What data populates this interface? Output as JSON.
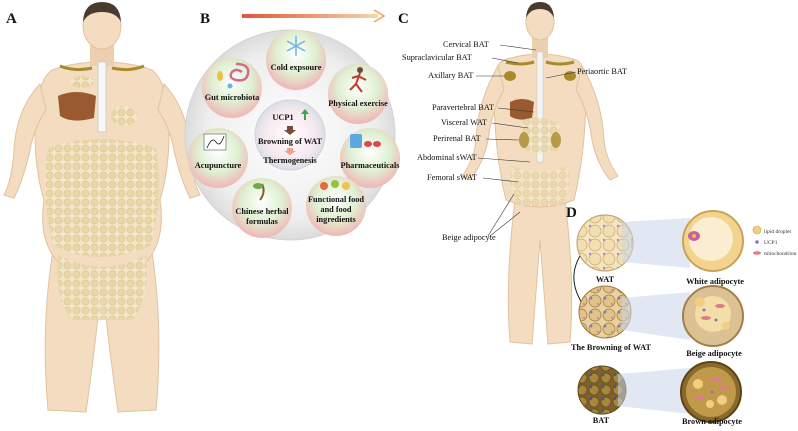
{
  "panels": {
    "a": "A",
    "b": "B",
    "c": "C",
    "d": "D"
  },
  "panel_b": {
    "center": {
      "ucp1": "UCP1",
      "browning": "Browning of WAT",
      "thermo": "Thermogenesis"
    },
    "factors": [
      {
        "label": "Cold expsoure"
      },
      {
        "label": "Physical exercise"
      },
      {
        "label": "Pharmaceuticals"
      },
      {
        "label_lines": [
          "Functional food",
          "and food",
          "ingredients"
        ]
      },
      {
        "label_lines": [
          "Chinese herbal",
          "formulas"
        ]
      },
      {
        "label": "Acupuncture"
      },
      {
        "label": "Gut microbiota"
      }
    ]
  },
  "panel_c": {
    "labels": {
      "cervical": "Cervical BAT",
      "supraclavicular": "Supraclavicular BAT",
      "axillary": "Axillary BAT",
      "periaortic": "Periaortic BAT",
      "paravertebral": "Paravertebral BAT",
      "visceral": "Visceral WAT",
      "perirenal": "Perirenal BAT",
      "abdominal": "Abdominal sWAT",
      "femoral": "Femoral sWAT",
      "beige": "Beige adipocyte"
    }
  },
  "panel_d": {
    "tissues": {
      "wat": "WAT",
      "browning": "The Browning of WAT",
      "bat": "BAT"
    },
    "cells": {
      "white": "White adipocyte",
      "beige": "Beige adipocyte",
      "brown": "Brown adipocyte"
    },
    "legend": {
      "lipid": "lipid droplet",
      "ucp1": "UCP1",
      "mito": "mitochondrion"
    }
  },
  "colors": {
    "skin": "#f3dcc0",
    "skin_shadow": "#e7c7a5",
    "hair": "#4a3b30",
    "fat": "#eadbb3",
    "bat": "#a88a2a",
    "liver": "#9a5a2f",
    "arrow": "#f2a05a"
  }
}
